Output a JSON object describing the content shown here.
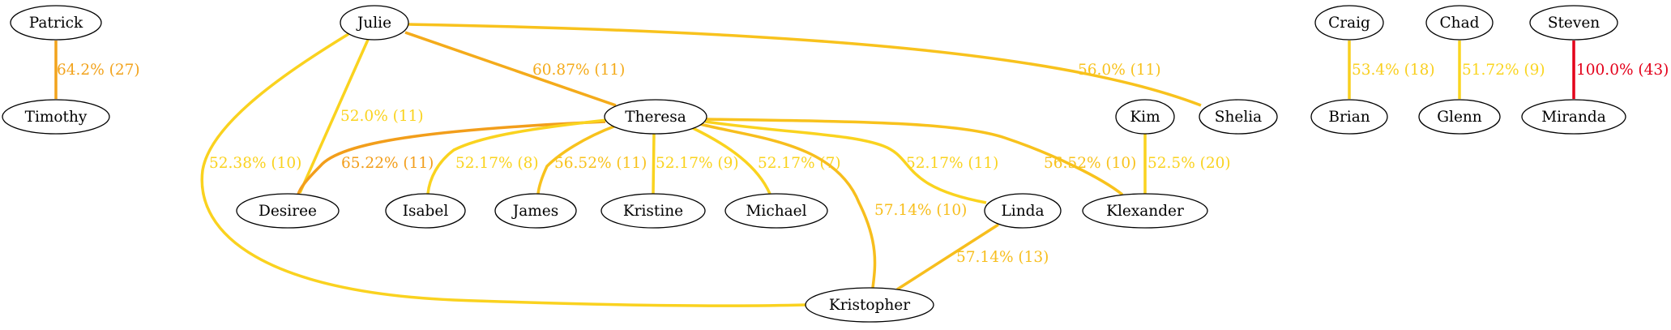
{
  "graph": {
    "nodes": [
      {
        "id": "patrick",
        "label": "Patrick"
      },
      {
        "id": "timothy",
        "label": "Timothy"
      },
      {
        "id": "julie",
        "label": "Julie"
      },
      {
        "id": "theresa",
        "label": "Theresa"
      },
      {
        "id": "desiree",
        "label": "Desiree"
      },
      {
        "id": "isabel",
        "label": "Isabel"
      },
      {
        "id": "james",
        "label": "James"
      },
      {
        "id": "kristine",
        "label": "Kristine"
      },
      {
        "id": "michael",
        "label": "Michael"
      },
      {
        "id": "linda",
        "label": "Linda"
      },
      {
        "id": "kristopher",
        "label": "Kristopher"
      },
      {
        "id": "kim",
        "label": "Kim"
      },
      {
        "id": "shelia",
        "label": "Shelia"
      },
      {
        "id": "klexander",
        "label": "Klexander"
      },
      {
        "id": "craig",
        "label": "Craig"
      },
      {
        "id": "brian",
        "label": "Brian"
      },
      {
        "id": "chad",
        "label": "Chad"
      },
      {
        "id": "glenn",
        "label": "Glenn"
      },
      {
        "id": "steven",
        "label": "Steven"
      },
      {
        "id": "miranda",
        "label": "Miranda"
      }
    ],
    "edges": [
      {
        "id": "patrick-timothy",
        "source": "patrick",
        "target": "timothy",
        "label": "64.2% (27)",
        "color": "#f2a31c"
      },
      {
        "id": "julie-theresa",
        "source": "julie",
        "target": "theresa",
        "label": "60.87% (11)",
        "color": "#f4ab1b"
      },
      {
        "id": "julie-shelia",
        "source": "julie",
        "target": "shelia",
        "label": "56.0% (11)",
        "color": "#f8c21d"
      },
      {
        "id": "julie-desiree",
        "source": "julie",
        "target": "desiree",
        "label": "52.0% (11)",
        "color": "#fad31f"
      },
      {
        "id": "julie-kristopher",
        "source": "julie",
        "target": "kristopher",
        "label": "52.38% (10)",
        "color": "#fad21f"
      },
      {
        "id": "theresa-desiree",
        "source": "theresa",
        "target": "desiree",
        "label": "65.22% (11)",
        "color": "#f29e1b"
      },
      {
        "id": "theresa-isabel",
        "source": "theresa",
        "target": "isabel",
        "label": "52.17% (8)",
        "color": "#fad31f"
      },
      {
        "id": "theresa-james",
        "source": "theresa",
        "target": "james",
        "label": "56.52% (11)",
        "color": "#f8c21d"
      },
      {
        "id": "theresa-kristine",
        "source": "theresa",
        "target": "kristine",
        "label": "52.17% (9)",
        "color": "#fad31f"
      },
      {
        "id": "theresa-michael",
        "source": "theresa",
        "target": "michael",
        "label": "52.17% (7)",
        "color": "#fad31f"
      },
      {
        "id": "theresa-kristopher",
        "source": "theresa",
        "target": "kristopher",
        "label": "57.14% (10)",
        "color": "#f7be1d"
      },
      {
        "id": "theresa-linda",
        "source": "theresa",
        "target": "linda",
        "label": "52.17% (11)",
        "color": "#fad31f"
      },
      {
        "id": "theresa-klexander",
        "source": "theresa",
        "target": "klexander",
        "label": "56.52% (10)",
        "color": "#f8c21d"
      },
      {
        "id": "linda-kristopher",
        "source": "linda",
        "target": "kristopher",
        "label": "57.14% (13)",
        "color": "#f7be1d"
      },
      {
        "id": "kim-klexander",
        "source": "kim",
        "target": "klexander",
        "label": "52.5% (20)",
        "color": "#fad21f"
      },
      {
        "id": "craig-brian",
        "source": "craig",
        "target": "brian",
        "label": "53.4% (18)",
        "color": "#f9cf1f"
      },
      {
        "id": "chad-glenn",
        "source": "chad",
        "target": "glenn",
        "label": "51.72% (9)",
        "color": "#fad520"
      },
      {
        "id": "steven-miranda",
        "source": "steven",
        "target": "miranda",
        "label": "100.0% (43)",
        "color": "#e3001a"
      }
    ]
  }
}
